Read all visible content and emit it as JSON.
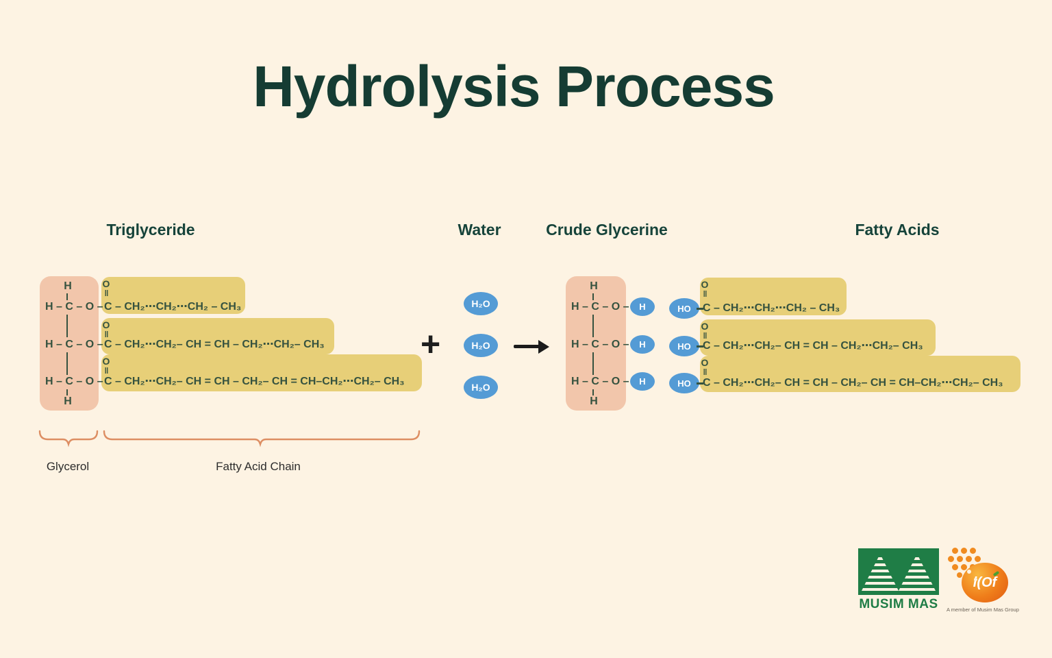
{
  "title": "Hydrolysis Process",
  "colors": {
    "background": "#fdf3e3",
    "heading_green": "#16433a",
    "formula_green": "#35523f",
    "fatty_chain_yellow": "#e7cf78",
    "glycerol_pink": "#f2c6ab",
    "water_blue": "#549bd5",
    "brace_orange": "#dd8e63",
    "musim_mas_green": "#1f7d46",
    "icof_orange": "#ef7d1a"
  },
  "headers": {
    "triglyceride": "Triglyceride",
    "water": "Water",
    "crude_glycerine": "Crude Glycerine",
    "fatty_acids": "Fatty Acids"
  },
  "triglyceride": {
    "backbone": {
      "top_h": "H",
      "bottom_h": "H",
      "rows": [
        "H – C – O –",
        "H – C – O –",
        "H – C – O –"
      ]
    },
    "chains": [
      {
        "carbonyl_o": "O",
        "double_bond": "‖",
        "formula": "C – CH₂⋯CH₂⋯CH₂ – CH₃"
      },
      {
        "carbonyl_o": "O",
        "double_bond": "‖",
        "formula": "C – CH₂⋯CH₂– CH = CH – CH₂⋯CH₂– CH₃"
      },
      {
        "carbonyl_o": "O",
        "double_bond": "‖",
        "formula": "C – CH₂⋯CH₂– CH = CH – CH₂– CH = CH–CH₂⋯CH₂– CH₃"
      }
    ]
  },
  "reaction": {
    "plus": "+"
  },
  "water": {
    "molecules": [
      "H₂O",
      "H₂O",
      "H₂O"
    ]
  },
  "crude_glycerine": {
    "backbone": {
      "top_h": "H",
      "bottom_h": "H",
      "rows": [
        "H – C – O –",
        "H – C – O –",
        "H – C – O –"
      ]
    },
    "hydrogens": [
      "H",
      "H",
      "H"
    ]
  },
  "fatty_acids": {
    "hydroxyls": [
      "HO",
      "HO",
      "HO"
    ],
    "chains": [
      {
        "carbonyl_o": "O",
        "double_bond": "‖",
        "formula": "C – CH₂⋯CH₂⋯CH₂ – CH₃"
      },
      {
        "carbonyl_o": "O",
        "double_bond": "‖",
        "formula": "C – CH₂⋯CH₂– CH = CH – CH₂⋯CH₂– CH₃"
      },
      {
        "carbonyl_o": "O",
        "double_bond": "‖",
        "formula": "C – CH₂⋯CH₂– CH = CH – CH₂– CH = CH–CH₂⋯CH₂– CH₃"
      }
    ]
  },
  "annotations": {
    "glycerol": "Glycerol",
    "fatty_acid_chain": "Fatty Acid Chain"
  },
  "logos": {
    "musim_mas_wordmark": "MUSIM MAS",
    "icof_wordmark": "i(Of",
    "icof_caption": "A member of Musim Mas Group"
  }
}
